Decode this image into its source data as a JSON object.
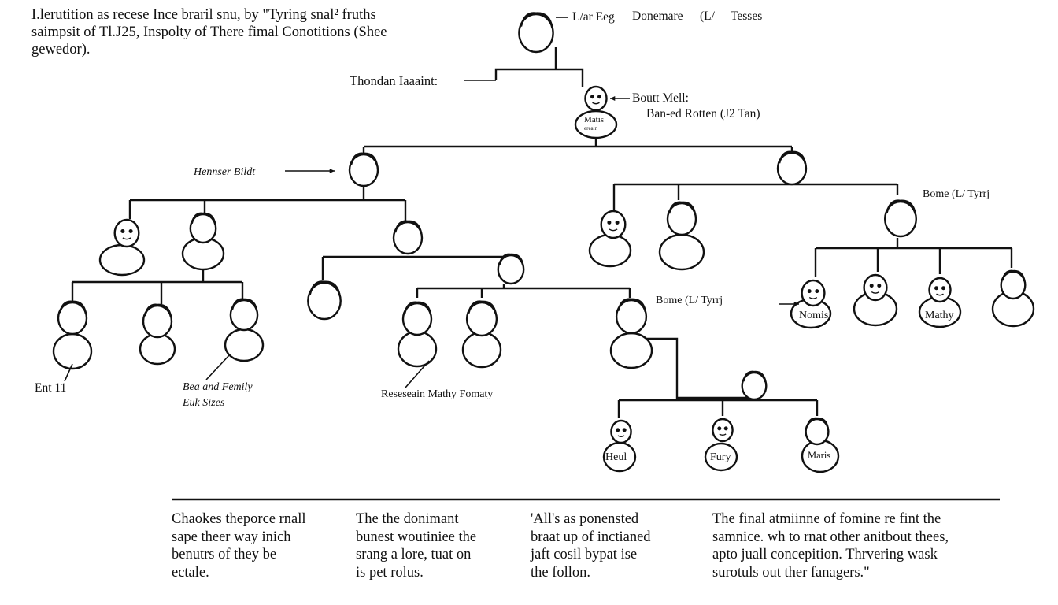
{
  "intro": {
    "line1": "I.lerutition as recese Ince braril snu, by \"Tyring snal² fruths",
    "line2": "saimpsit of Tl.J25, Inspolty of There fimal Conotitions (Shee",
    "line3": "gewedor)."
  },
  "labels": {
    "top_arrow": "L/ar Eeg",
    "top_right_1": "Donemare",
    "top_right_2": "(L/",
    "top_right_3": "Tesses",
    "thondan": "Thondan Iaaaint:",
    "bout_1": "Boutt  Mell:",
    "bout_2": "Ban-ed Rotten (J2 Tan)",
    "maric_face": "Matis",
    "maric_face_sub": "ereain",
    "hennser": "Hennser  Bildt",
    "bome_right": "Bome  (L/ Tyrrj",
    "bome_mid": "Bome  (L/ Tyrrj",
    "nomis": "Nomis",
    "mathy_right": "Mathy",
    "ent": "Ent 11",
    "bea_1": "Bea and Femily",
    "bea_2": "Euk Sizes",
    "reeseain": "Reseseain Mathy  Fomaty",
    "heul": "Heul",
    "fury": "Fury",
    "maris": "Maris"
  },
  "footer": {
    "col1": [
      "Chaokes theporce rnall",
      "sape theer way inich",
      "benutrs of they be",
      "ectale."
    ],
    "col2": [
      "The the donimant",
      "bunest woutiniee the",
      "srang a lore, tuat on",
      "is pet rolus."
    ],
    "col3": [
      "'All's as ponensted",
      "braat up of inctianed",
      "jaft cosil bypat ise",
      "the follon."
    ],
    "col4": [
      "The final atmiinne of fomine re fint the",
      "samnice. wh to rnat other anitbout thees,",
      "apto juall concepition. Thrvering wask",
      "surotuls out ther fanagers.\""
    ]
  },
  "colors": {
    "ink": "#111111",
    "background": "#ffffff"
  }
}
